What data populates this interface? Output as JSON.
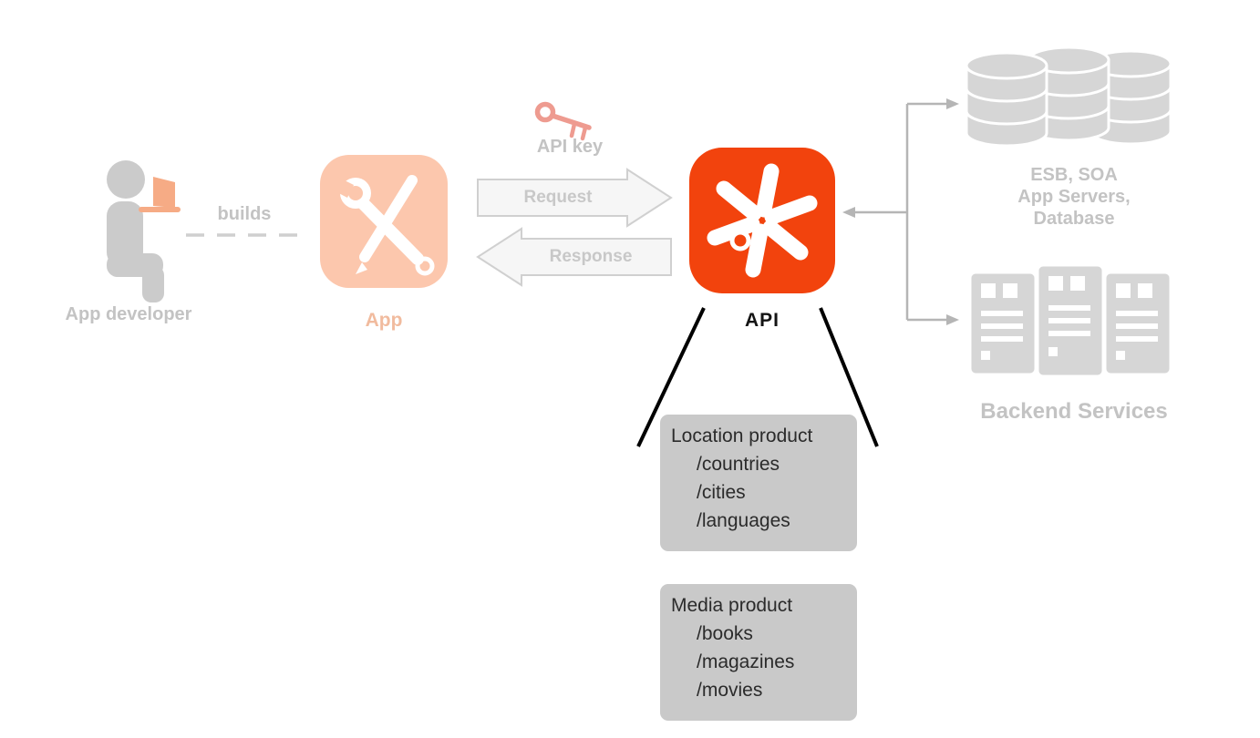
{
  "labels": {
    "app_developer": "App developer",
    "builds": "builds",
    "app": "App",
    "api_key": "API key",
    "request": "Request",
    "response": "Response",
    "api": "API",
    "backend_services": "Backend Services"
  },
  "backend_stack_label": {
    "lines": [
      "ESB, SOA",
      "App Servers,",
      "Database"
    ]
  },
  "products": [
    {
      "title": "Location product",
      "endpoints": [
        "/countries",
        "/cities",
        "/languages"
      ]
    },
    {
      "title": "Media product",
      "endpoints": [
        "/books",
        "/magazines",
        "/movies"
      ]
    }
  ],
  "icons": {
    "developer": "person-with-laptop-icon",
    "app": "wrench-and-pencil-icon",
    "key": "key-icon",
    "api": "api-spark-icon",
    "databases": "database-cylinders-icon",
    "servers": "server-racks-icon"
  },
  "colors": {
    "api_accent": "#f2430d",
    "app_faded": "#fcc7ad",
    "muted_text_gray": "#c3c3c3",
    "product_box_gray": "#c9c9c9",
    "icon_gray": "#d6d6d6",
    "connector_gray": "#b5b5b5",
    "key_red": "#ee9b90",
    "fan_line_black": "#000000"
  }
}
